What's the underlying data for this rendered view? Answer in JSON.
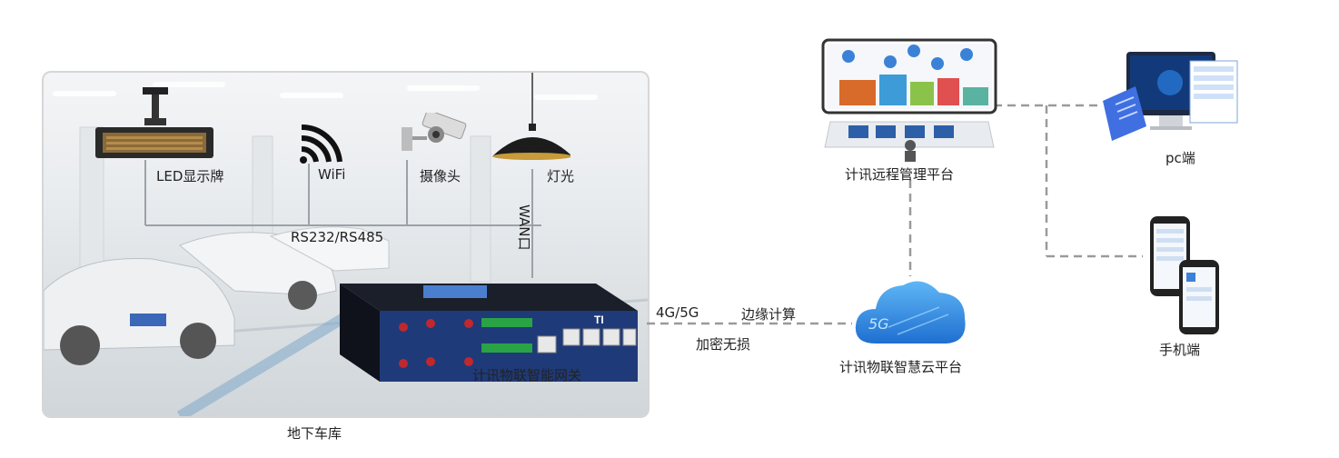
{
  "scene": {
    "area_label": "地下车库",
    "devices": {
      "led": "LED显示牌",
      "wifi": "WiFi",
      "camera": "摄像头",
      "light": "灯光"
    },
    "bus_label": "RS232/RS485",
    "wan_label": "WAN口",
    "gateway_label": "计讯物联智能网关",
    "gateway_logo": "TI"
  },
  "link": {
    "network": "4G/5G",
    "feature1": "边缘计算",
    "feature2": "加密无损"
  },
  "cloud": {
    "label": "计讯物联智慧云平台",
    "badge": "5G"
  },
  "remote": {
    "label": "计讯远程管理平台"
  },
  "clients": {
    "pc": "pc端",
    "mobile": "手机端"
  },
  "colors": {
    "dash": "#9a9a9a",
    "cloud": "#2f8fe0",
    "gateway": "#1f3a78"
  }
}
